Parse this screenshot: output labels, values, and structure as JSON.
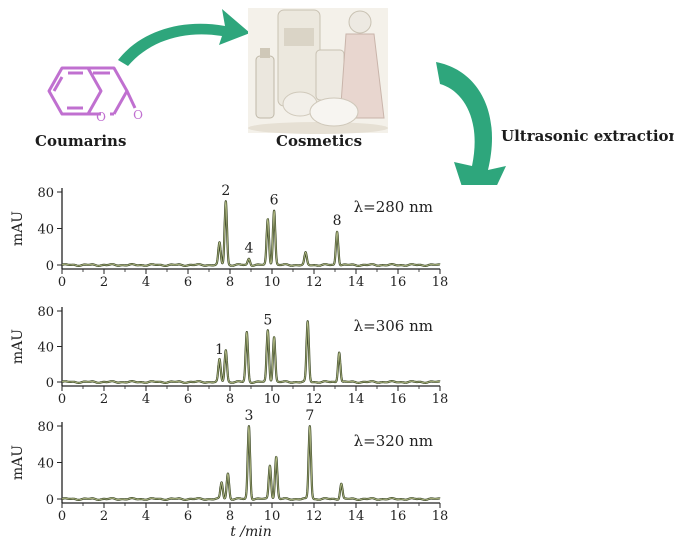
{
  "workflow": {
    "steps": [
      "Coumarins",
      "Cosmetics",
      "Ultrasonic extraction"
    ],
    "molecule_atom_labels": [
      "O",
      "O"
    ],
    "colors": {
      "arrow": "#2ea67c",
      "molecule": "#c070d0",
      "trace": "#3e4a2a"
    }
  },
  "chart_data": [
    {
      "type": "line",
      "title": "λ=280 nm",
      "xlabel": "t /min",
      "ylabel": "mAU",
      "xlim": [
        0,
        18
      ],
      "ylim": [
        0,
        80
      ],
      "x_ticks": [
        "0",
        "2",
        "4",
        "6",
        "8",
        "10",
        "12",
        "14",
        "16",
        "18"
      ],
      "y_ticks": [
        "0",
        "40",
        "80"
      ],
      "peaks": [
        {
          "t": 7.5,
          "h": 24,
          "label": ""
        },
        {
          "t": 7.8,
          "h": 70,
          "label": "2"
        },
        {
          "t": 8.9,
          "h": 7,
          "label": "4"
        },
        {
          "t": 9.8,
          "h": 50,
          "label": ""
        },
        {
          "t": 10.1,
          "h": 60,
          "label": "6"
        },
        {
          "t": 11.6,
          "h": 13,
          "label": ""
        },
        {
          "t": 13.1,
          "h": 37,
          "label": "8"
        }
      ]
    },
    {
      "type": "line",
      "title": "λ=306 nm",
      "xlabel": "t /min",
      "ylabel": "mAU",
      "xlim": [
        0,
        18
      ],
      "ylim": [
        0,
        80
      ],
      "x_ticks": [
        "0",
        "2",
        "4",
        "6",
        "8",
        "10",
        "12",
        "14",
        "16",
        "18"
      ],
      "y_ticks": [
        "0",
        "40",
        "80"
      ],
      "peaks": [
        {
          "t": 7.5,
          "h": 25,
          "label": "1"
        },
        {
          "t": 7.8,
          "h": 36,
          "label": ""
        },
        {
          "t": 8.8,
          "h": 56,
          "label": ""
        },
        {
          "t": 9.8,
          "h": 58,
          "label": "5"
        },
        {
          "t": 10.1,
          "h": 51,
          "label": ""
        },
        {
          "t": 11.7,
          "h": 68,
          "label": ""
        },
        {
          "t": 13.2,
          "h": 34,
          "label": ""
        }
      ]
    },
    {
      "type": "line",
      "title": "λ=320 nm",
      "xlabel": "t /min",
      "ylabel": "mAU",
      "xlim": [
        0,
        18
      ],
      "ylim": [
        0,
        80
      ],
      "x_ticks": [
        "0",
        "2",
        "4",
        "6",
        "8",
        "10",
        "12",
        "14",
        "16",
        "18"
      ],
      "y_ticks": [
        "0",
        "40",
        "80"
      ],
      "peaks": [
        {
          "t": 7.6,
          "h": 18,
          "label": ""
        },
        {
          "t": 7.9,
          "h": 28,
          "label": ""
        },
        {
          "t": 8.9,
          "h": 80,
          "label": "3"
        },
        {
          "t": 9.9,
          "h": 37,
          "label": ""
        },
        {
          "t": 10.2,
          "h": 46,
          "label": ""
        },
        {
          "t": 11.8,
          "h": 80,
          "label": "7"
        },
        {
          "t": 13.3,
          "h": 17,
          "label": ""
        }
      ]
    }
  ]
}
